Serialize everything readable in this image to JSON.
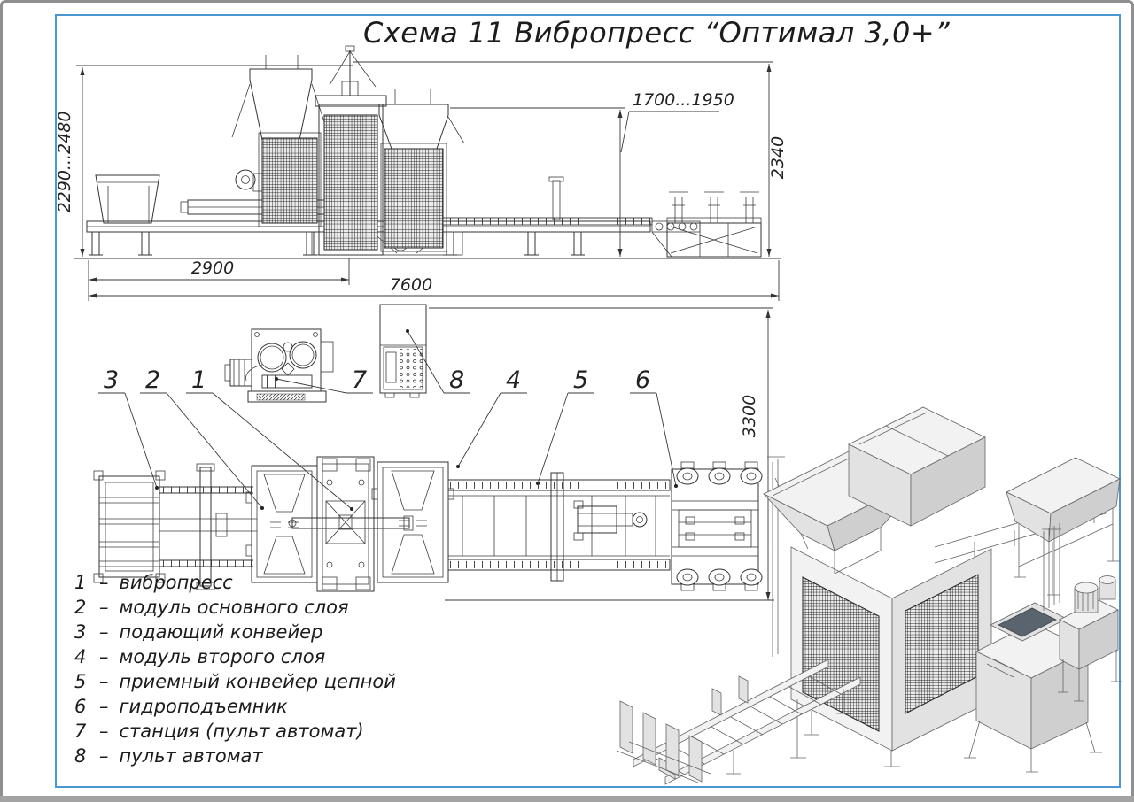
{
  "page": {
    "title": "Схема 11 Вибропресс “Оптимал 3,0+”"
  },
  "dims": {
    "overall_height": "2290...2480",
    "work_height": "1700...1950",
    "right_height": "2340",
    "base_length": "2900",
    "total_length": "7600",
    "plan_width": "3300"
  },
  "callouts": [
    "3",
    "2",
    "1",
    "7",
    "8",
    "4",
    "5",
    "6"
  ],
  "legend": {
    "items": [
      {
        "num": "1",
        "dash": "–",
        "label": "вибропресс"
      },
      {
        "num": "2",
        "dash": "–",
        "label": "модуль основного слоя"
      },
      {
        "num": "3",
        "dash": "–",
        "label": "подающий конвейер"
      },
      {
        "num": "4",
        "dash": "–",
        "label": "модуль второго слоя"
      },
      {
        "num": "5",
        "dash": "–",
        "label": "приемный конвейер цепной"
      },
      {
        "num": "6",
        "dash": "–",
        "label": "гидроподъемник"
      },
      {
        "num": "7",
        "dash": "–",
        "label": "станция (пульт автомат)"
      },
      {
        "num": "8",
        "dash": "–",
        "label": "пульт автомат"
      }
    ]
  },
  "colors": {
    "frame_blue": "#4a97d2",
    "line_dark": "#333333",
    "outer_gray": "#8f8f8f"
  }
}
